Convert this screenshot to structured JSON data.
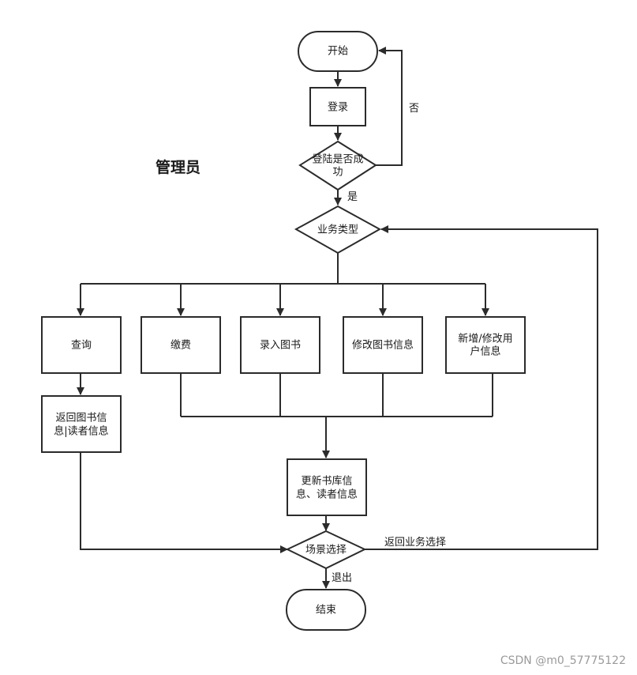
{
  "title": "管理员",
  "nodes": {
    "start": "开始",
    "login": "登录",
    "login_check": [
      "登陆是否成",
      "功"
    ],
    "business_type": "业务类型",
    "query": "查询",
    "payment": "缴费",
    "enter_books": "录入图书",
    "modify_books": "修改图书信息",
    "add_modify_users": [
      "新增/修改用",
      "户信息"
    ],
    "return_info": [
      "返回图书信",
      "息|读者信息"
    ],
    "update_library": [
      "更新书库信",
      "息、读者信息"
    ],
    "scene_select": "场景选择",
    "end": "结束"
  },
  "edge_labels": {
    "no": "否",
    "yes": "是",
    "return_business": "返回业务选择",
    "exit": "退出"
  },
  "watermark": "CSDN @m0_57775122",
  "colors": {
    "stroke": "#2b2b2b",
    "text": "#1a1a1a",
    "watermark": "#9a9a9a",
    "background": "#ffffff"
  }
}
